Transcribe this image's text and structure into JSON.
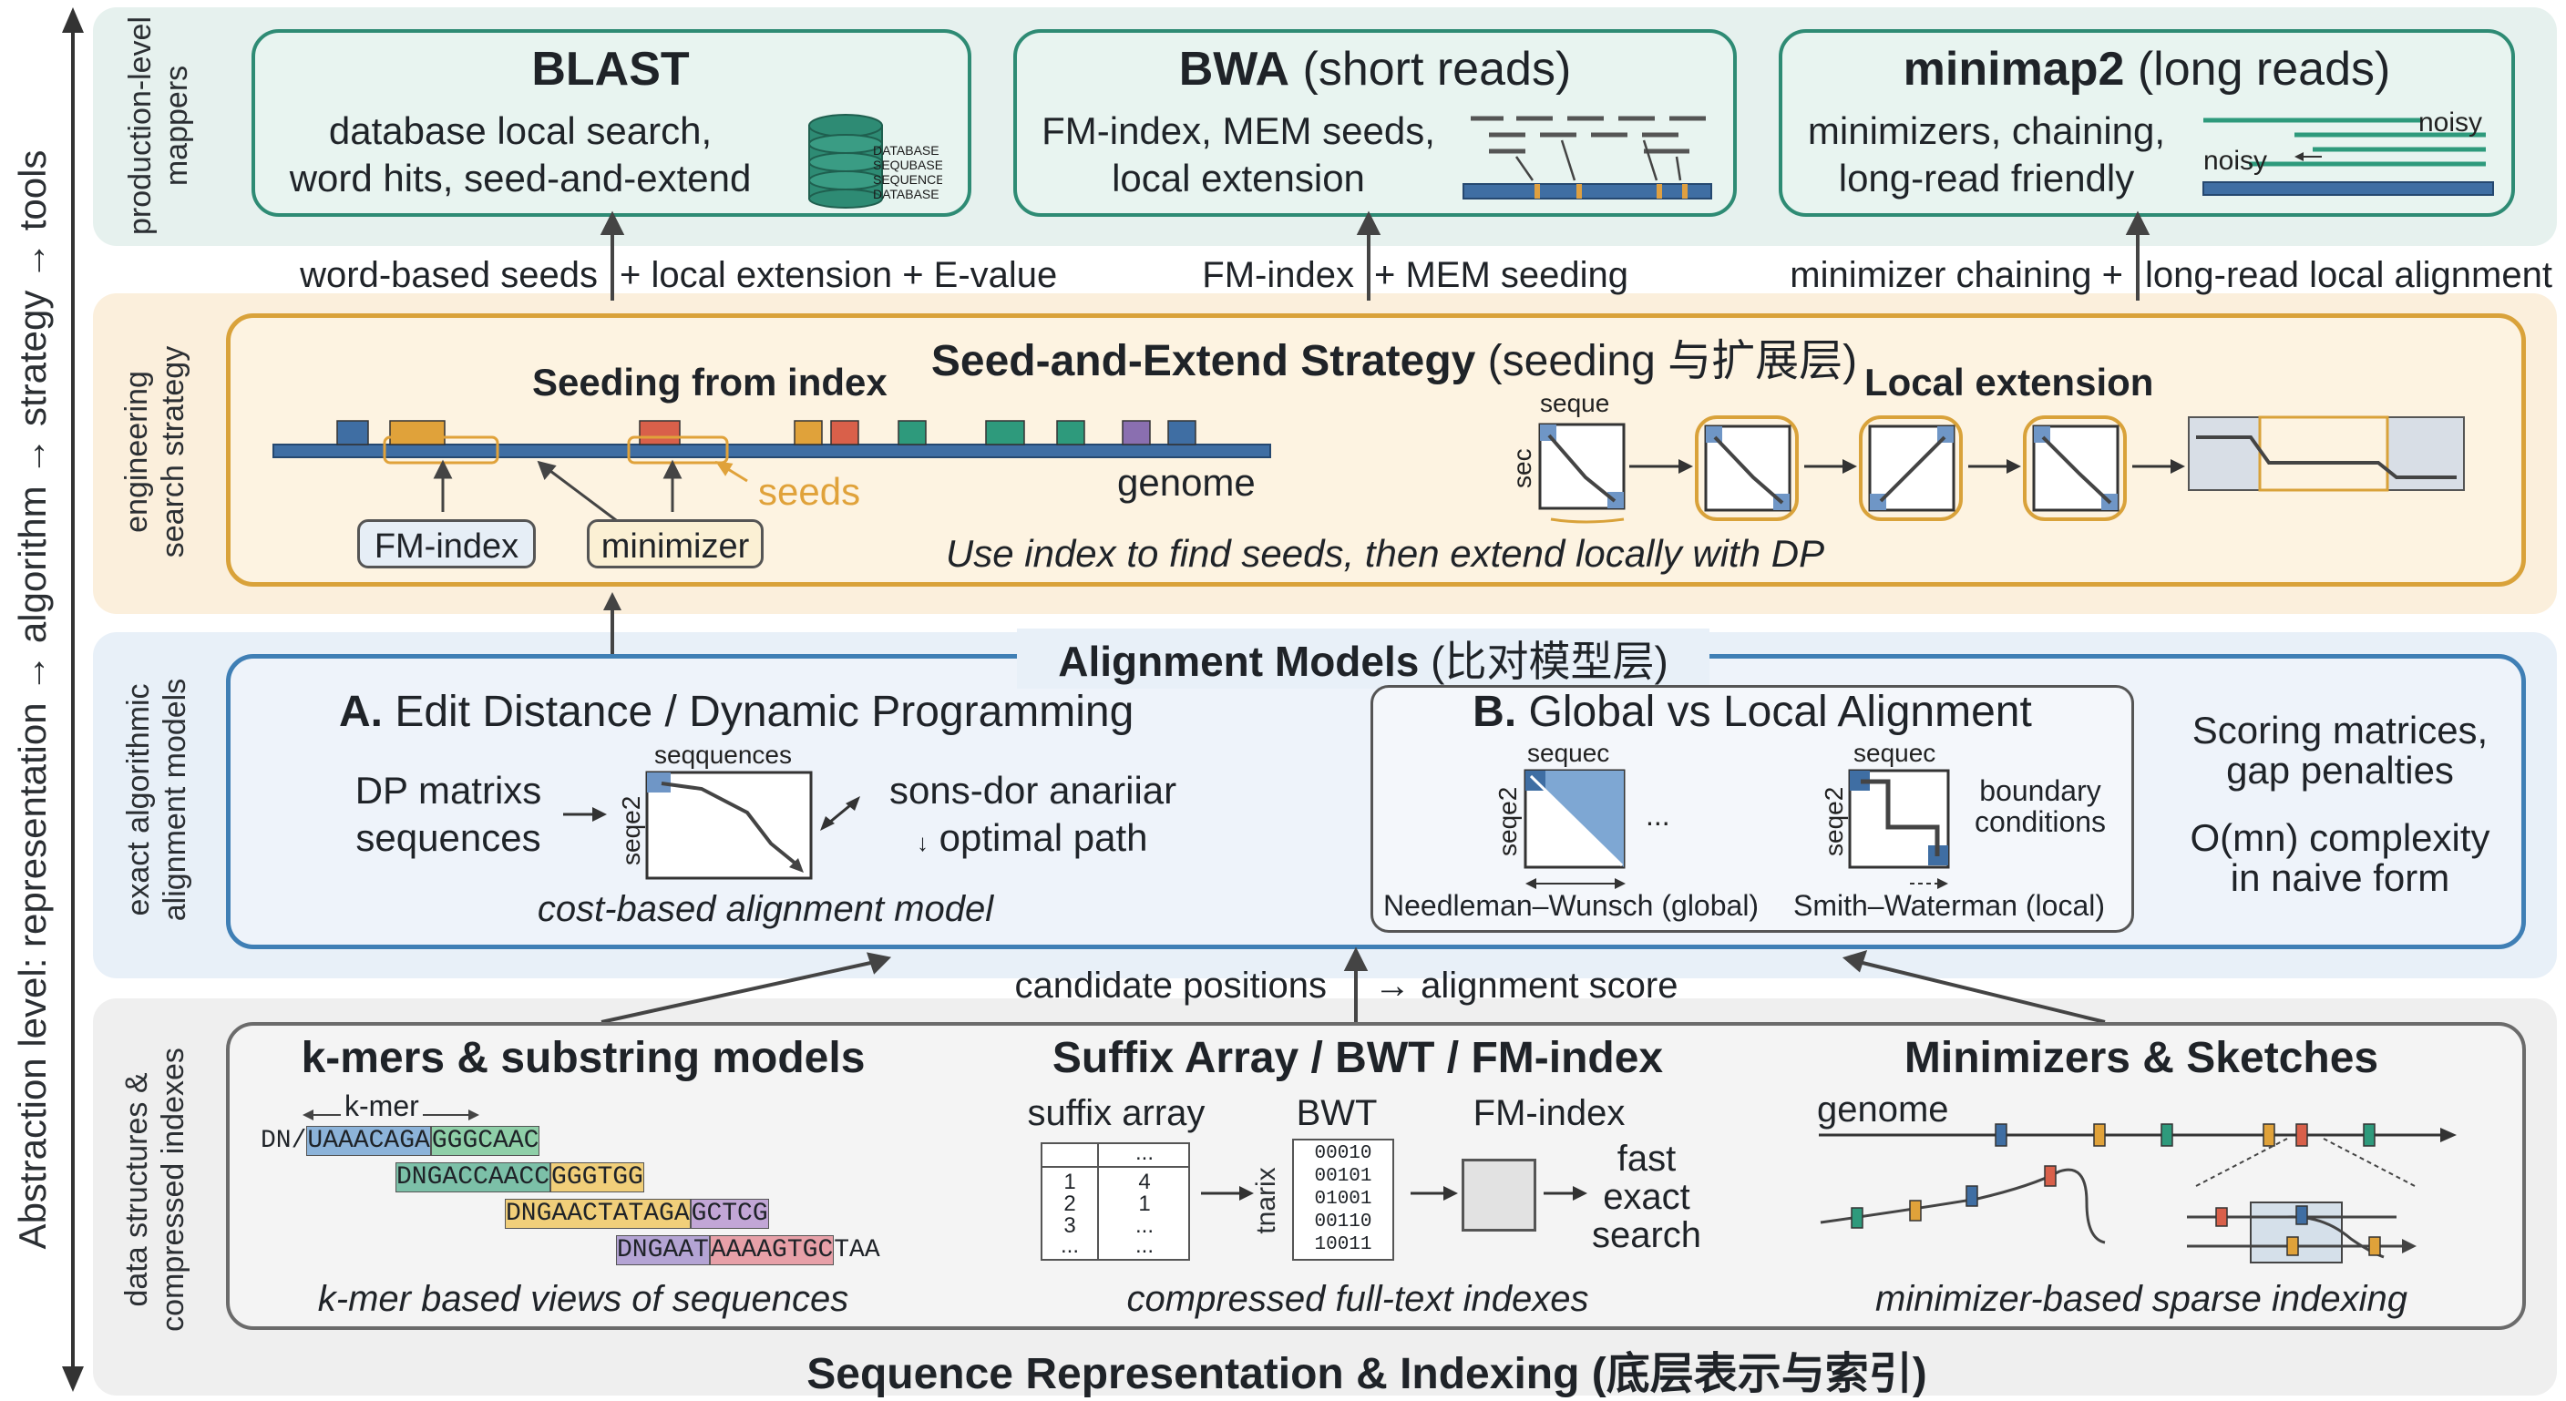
{
  "axis_label": "Abstraction level: representation → algorithm → strategy → tools",
  "layers": {
    "tools": "production-level\nmappers",
    "strategy": "engineering\nsearch strategy",
    "models": "exact algorithmic\nalignment models",
    "structures": "data structures &\ncompressed indexes"
  },
  "tools": {
    "blast": {
      "title": "BLAST",
      "line1": "database local search,",
      "line2": "word hits, seed-and-extend",
      "db_icon_lines": [
        "DATABASE",
        "SEQUBASE",
        "SEQUENCE",
        "DATABASE"
      ]
    },
    "bwa": {
      "title": "BWA",
      "subtitle": "(short reads)",
      "line1": "FM-index, MEM seeds,",
      "line2": "local extension"
    },
    "minimap2": {
      "title": "minimap2",
      "subtitle": "(long reads)",
      "line1": "minimizers, chaining,",
      "line2": "long-read friendly",
      "noisy_top": "noisy",
      "noisy_bottom": "noisy"
    }
  },
  "connectors": {
    "blast_left": "word-based seeds",
    "blast_right": "+ local extension + E-value",
    "bwa_left": "FM-index",
    "bwa_right": "+ MEM seeding",
    "mm2_left": "minimizer chaining +",
    "mm2_right": "long-read local alignment",
    "models_left": "candidate positions",
    "models_right": "→ alignment score"
  },
  "strategy": {
    "title": "Seed-and-Extend Strategy",
    "title_cn": "(seeding 与扩展层)",
    "seeding_title": "Seeding from index",
    "extension_title": "Local extension",
    "genome": "genome",
    "seeds": "seeds",
    "fm_index": "FM-index",
    "minimizer": "minimizer",
    "caption": "Use index to find seeds, then extend locally with DP",
    "matrix_top": "seque",
    "matrix_side": "sec"
  },
  "models": {
    "title": "Alignment Models",
    "title_cn": "(比对模型层)",
    "a_letter": "A.",
    "a_title": "Edit Distance / Dynamic Programming",
    "a_left1": "DP matrixs",
    "a_left2": "sequences",
    "a_mat_top": "seqquences",
    "a_mat_side": "seqe2",
    "a_right1": "sons-dor anariiar",
    "a_right2": "optimal path",
    "a_right_arrow": "↓",
    "a_caption": "cost-based alignment model",
    "b_letter": "B.",
    "b_title": "Global vs Local Alignment",
    "b_top1": "sequec",
    "b_side1": "seqe2",
    "b_dots": "...",
    "b_top2": "sequec",
    "b_side2": "seqe2",
    "b_boundary1": "boundary",
    "b_boundary2": "conditions",
    "b_nw": "Needleman–Wunsch (global)",
    "b_sw": "Smith–Waterman (local)",
    "scoring1": "Scoring matrices,",
    "scoring2": "gap penalties",
    "complexity1": "O(mn) complexity",
    "complexity2": "in naive form"
  },
  "structures": {
    "bottom_title": "Sequence Representation & Indexing",
    "bottom_title_cn": "(底层表示与索引)",
    "kmers_title": "k-mers & substring models",
    "kmer_label": "k-mer",
    "kmer_rows": [
      {
        "a": "DN/",
        "b": "UAAACAGA",
        "c": "GGGCAAC",
        "d": ""
      },
      {
        "a": "",
        "b": "DNGACCAACC",
        "c": "GGGTGG",
        "d": ""
      },
      {
        "a": "",
        "b": "DNGAACTATAGA",
        "c": "GCTCG",
        "d": ""
      },
      {
        "a": "",
        "b": "DNGAAT",
        "c": "AAAAGTGC",
        "d": "TAA"
      }
    ],
    "kmers_caption": "k-mer based views of sequences",
    "sa_title": "Suffix Array / BWT / FM-index",
    "suffix_array": "suffix array",
    "sa_dots_top": "...",
    "sa_rows": [
      [
        "1",
        "4"
      ],
      [
        "2",
        "1"
      ],
      [
        "3",
        "..."
      ],
      [
        "...",
        "..."
      ]
    ],
    "bwt": "BWT",
    "bwt_side": "tnarix",
    "bwt_rows": [
      "00010",
      "00101",
      "01001",
      "00110",
      "10011"
    ],
    "fm_index": "FM-index",
    "fast1": "fast",
    "fast2": "exact",
    "fast3": "search",
    "sa_caption": "compressed full-text indexes",
    "mini_title": "Minimizers & Sketches",
    "genome": "genome",
    "mini_caption": "minimizer-based sparse indexing"
  },
  "colors": {
    "tools_band": "#e6f1ee",
    "tools_border": "#2e8b74",
    "strategy_band": "#fbefdc",
    "strategy_border": "#d9a23a",
    "models_band": "#e8f0f8",
    "models_border": "#3f7fb5",
    "struct_band": "#efefef",
    "struct_border": "#6b6b6b"
  }
}
